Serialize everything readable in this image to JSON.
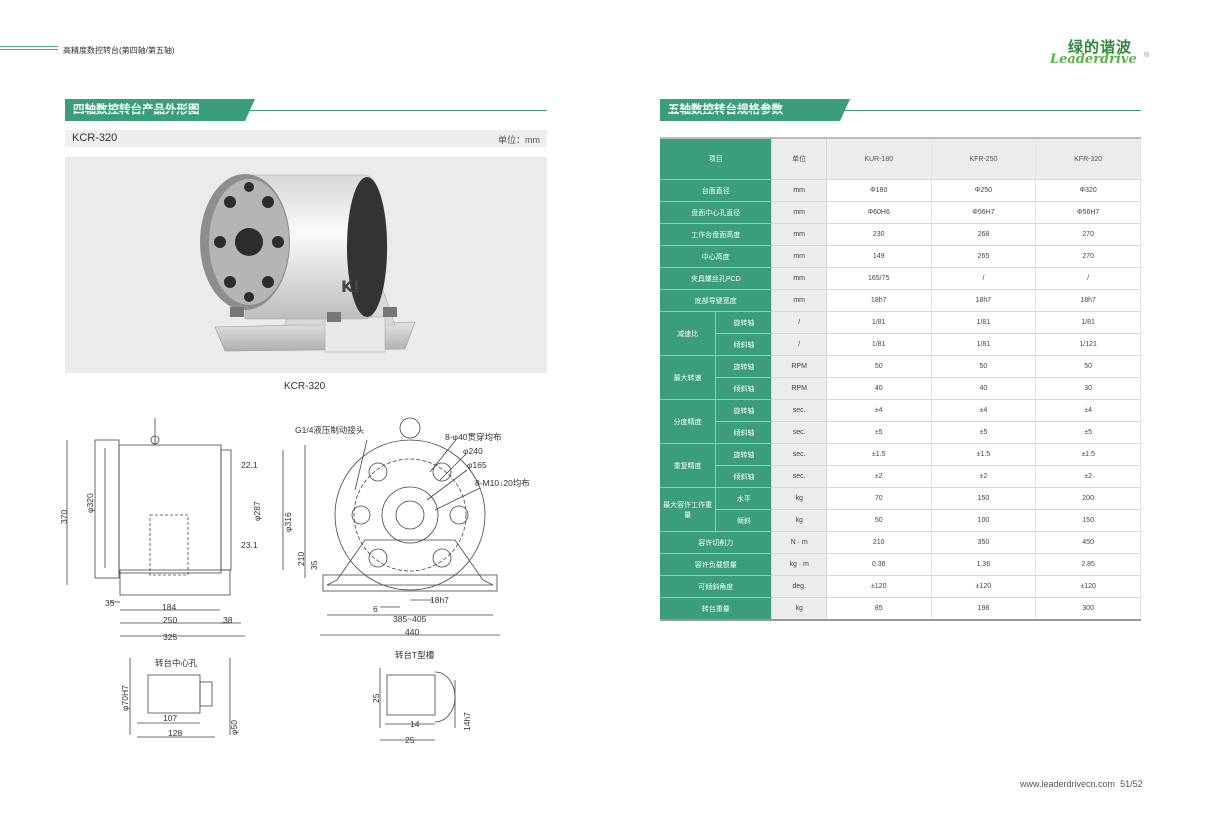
{
  "header": {
    "doc_title": "高精度数控转台(第四轴/第五轴)",
    "logo_cn": "绿的谐波",
    "logo_en": "Leaderdrive",
    "logo_reg": "®"
  },
  "left": {
    "section_title": "四轴数控转台产品外形图",
    "model": "KCR-320",
    "unit": "单位：mm",
    "photo_caption": "KCR-320",
    "dims": {
      "d370": "370",
      "d320": "φ320",
      "d22": "22.1",
      "d287": "φ287",
      "d316": "φ316",
      "d23": "23.1",
      "d35": "35",
      "d184": "184",
      "d250": "250",
      "d38": "38",
      "d325": "325",
      "g14": "G1/4液压制动接头",
      "h8": "8-φ40贯穿均布",
      "h240": "φ240",
      "h165": "φ165",
      "hm10": "8-M10↓20均布",
      "h210": "210",
      "h35": "35",
      "h6": "6",
      "h18": "18h7",
      "h385": "385~405",
      "h440": "440",
      "c_title": "转台中心孔",
      "c70": "φ70H7",
      "c107": "107",
      "c128": "128",
      "c50": "φ50",
      "t_title": "转台T型槽",
      "t25a": "25",
      "t14": "14",
      "t14h": "14h7",
      "t25b": "25"
    }
  },
  "right": {
    "section_title": "五轴数控转台规格参数",
    "headers": [
      "项目",
      "单位",
      "KUR-180",
      "KFR-250",
      "KFR-320"
    ],
    "rows": [
      {
        "item": "台面直径",
        "unit": "mm",
        "v": [
          "Φ180",
          "Φ250",
          "Φ320"
        ]
      },
      {
        "item": "盘面中心孔直径",
        "unit": "mm",
        "v": [
          "Φ60H6",
          "Φ56H7",
          "Φ56H7"
        ]
      },
      {
        "item": "工作台盘面高度",
        "unit": "mm",
        "v": [
          "230",
          "268",
          "270"
        ]
      },
      {
        "item": "中心高度",
        "unit": "mm",
        "v": [
          "149",
          "265",
          "270"
        ]
      },
      {
        "item": "夹具螺丝孔PCD",
        "unit": "mm",
        "v": [
          "165/75",
          "/",
          "/"
        ]
      },
      {
        "item": "底部导键宽度",
        "unit": "mm",
        "v": [
          "18h7",
          "18h7",
          "18h7"
        ]
      },
      {
        "group": "减速比",
        "sub": "旋转轴",
        "unit": "/",
        "v": [
          "1/81",
          "1/81",
          "1/81"
        ]
      },
      {
        "sub": "倾斜轴",
        "unit": "/",
        "v": [
          "1/81",
          "1/81",
          "1/121"
        ]
      },
      {
        "group": "最大转速",
        "sub": "旋转轴",
        "unit": "RPM",
        "v": [
          "50",
          "50",
          "50"
        ]
      },
      {
        "sub": "倾斜轴",
        "unit": "RPM",
        "v": [
          "40",
          "40",
          "30"
        ]
      },
      {
        "group": "分度精度",
        "sub": "旋转轴",
        "unit": "sec.",
        "v": [
          "±4",
          "±4",
          "±4"
        ]
      },
      {
        "sub": "倾斜轴",
        "unit": "sec.",
        "v": [
          "±5",
          "±5",
          "±5"
        ]
      },
      {
        "group": "重复精度",
        "sub": "旋转轴",
        "unit": "sec.",
        "v": [
          "±1.5",
          "±1.5",
          "±1.5"
        ]
      },
      {
        "sub": "倾斜轴",
        "unit": "sec.",
        "v": [
          "±2",
          "±2",
          "±2"
        ]
      },
      {
        "group": "最大容许工作重量",
        "sub": "水平",
        "unit": "kg",
        "v": [
          "70",
          "150",
          "200"
        ]
      },
      {
        "sub": "倾斜",
        "unit": "kg",
        "v": [
          "50",
          "100",
          "150"
        ]
      },
      {
        "item": "容许切削力",
        "unit": "N · m",
        "v": [
          "210",
          "350",
          "450"
        ]
      },
      {
        "item": "容许负载惯量",
        "unit": "kg · m",
        "v": [
          "0.36",
          "1.36",
          "2.85"
        ]
      },
      {
        "item": "可倾斜角度",
        "unit": "deg.",
        "v": [
          "±120",
          "±120",
          "±120"
        ]
      },
      {
        "item": "转台重量",
        "unit": "kg",
        "v": [
          "85",
          "198",
          "300"
        ]
      }
    ]
  },
  "footer": {
    "url": "www.leaderdrivecn.com",
    "pages": "51/52"
  },
  "colors": {
    "accent": "#3a9d7b",
    "logo_green": "#2f8a3a"
  }
}
